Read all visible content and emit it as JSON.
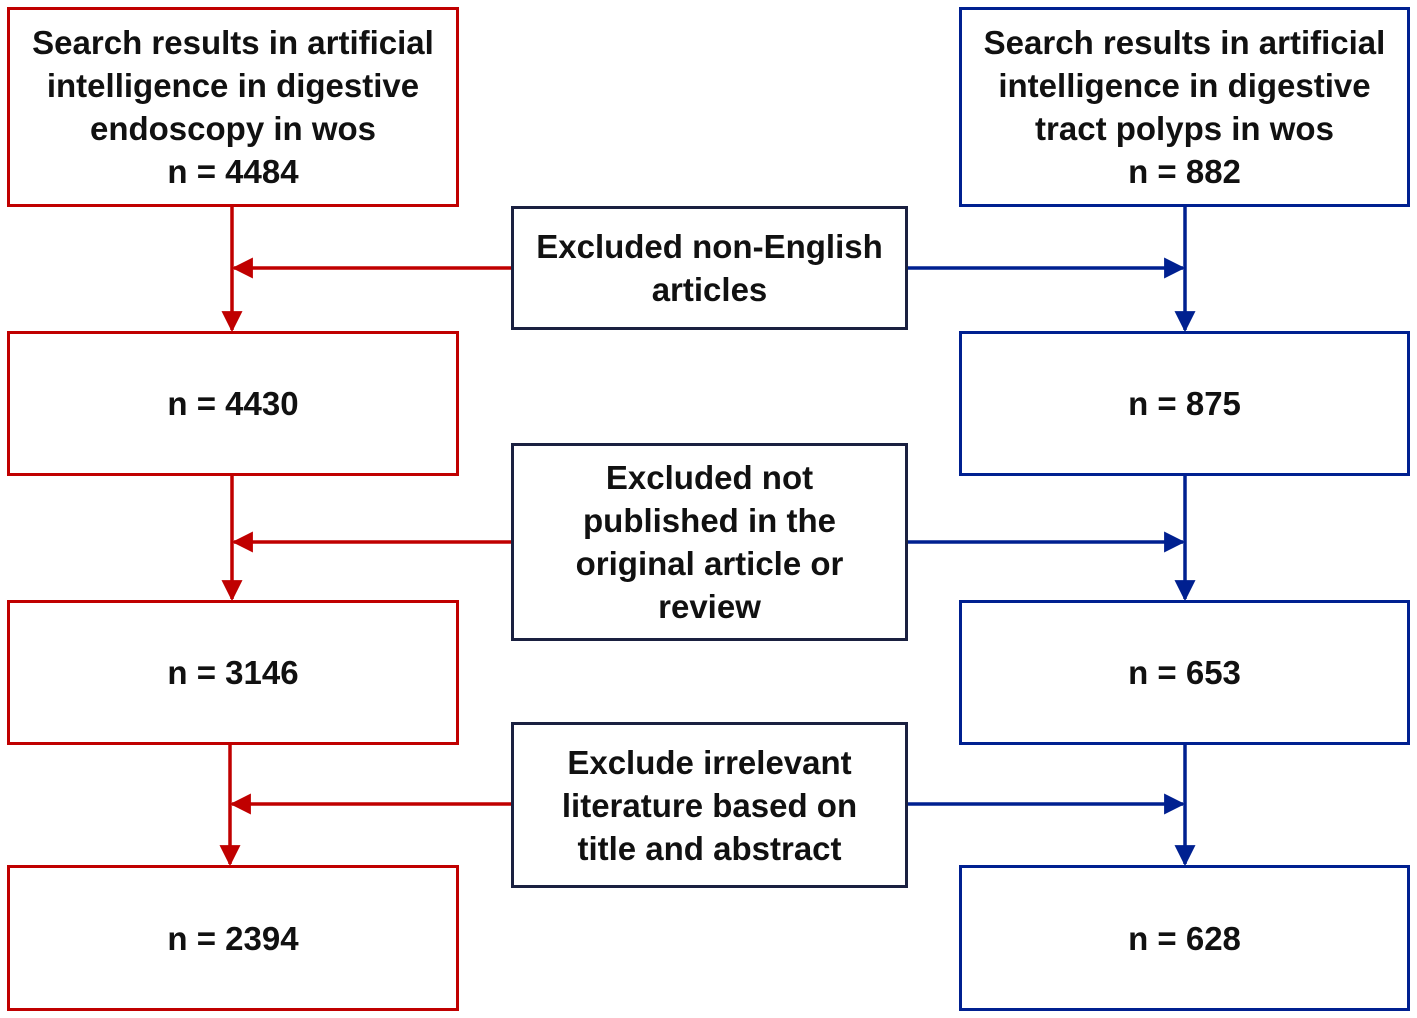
{
  "colors": {
    "left_branch": "#c00000",
    "right_branch": "#002090",
    "middle_box": "#1a2040"
  },
  "left": {
    "search_lines": [
      "Search results in artificial",
      "intelligence in digestive",
      "endoscopy in wos",
      "n = 4484"
    ],
    "step1": "n = 4430",
    "step2": "n = 3146",
    "step3": "n = 2394"
  },
  "right": {
    "search_lines": [
      "Search results in artificial",
      "intelligence in digestive",
      "tract polyps in wos",
      "n = 882"
    ],
    "step1": "n = 875",
    "step2": "n = 653",
    "step3": "n = 628"
  },
  "exclusions": {
    "non_english": [
      "Excluded non-English",
      "articles"
    ],
    "not_published": [
      "Excluded not",
      "published in the",
      "original article or",
      "review"
    ],
    "irrelevant": [
      "Exclude irrelevant",
      "literature based on",
      "title and abstract"
    ]
  }
}
